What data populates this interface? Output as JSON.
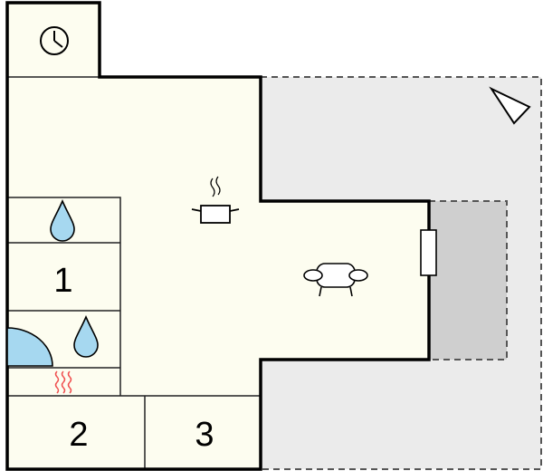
{
  "floorplan": {
    "rooms": [
      {
        "label": "1"
      },
      {
        "label": "2"
      },
      {
        "label": "3"
      }
    ],
    "icons": [
      "clock-icon",
      "water-drop-icon",
      "water-drop-icon",
      "cooking-pot-icon",
      "armchair-icon",
      "shower-icon",
      "heat-sauna-icon",
      "compass-arrow-icon",
      "fireplace-icon"
    ],
    "colors": {
      "interior": "#fdfdf0",
      "terrace": "#ebebeb",
      "annex": "#cfcfcf",
      "wall": "#000000",
      "water": "#a6d8f0",
      "heat": "#f05050"
    }
  }
}
